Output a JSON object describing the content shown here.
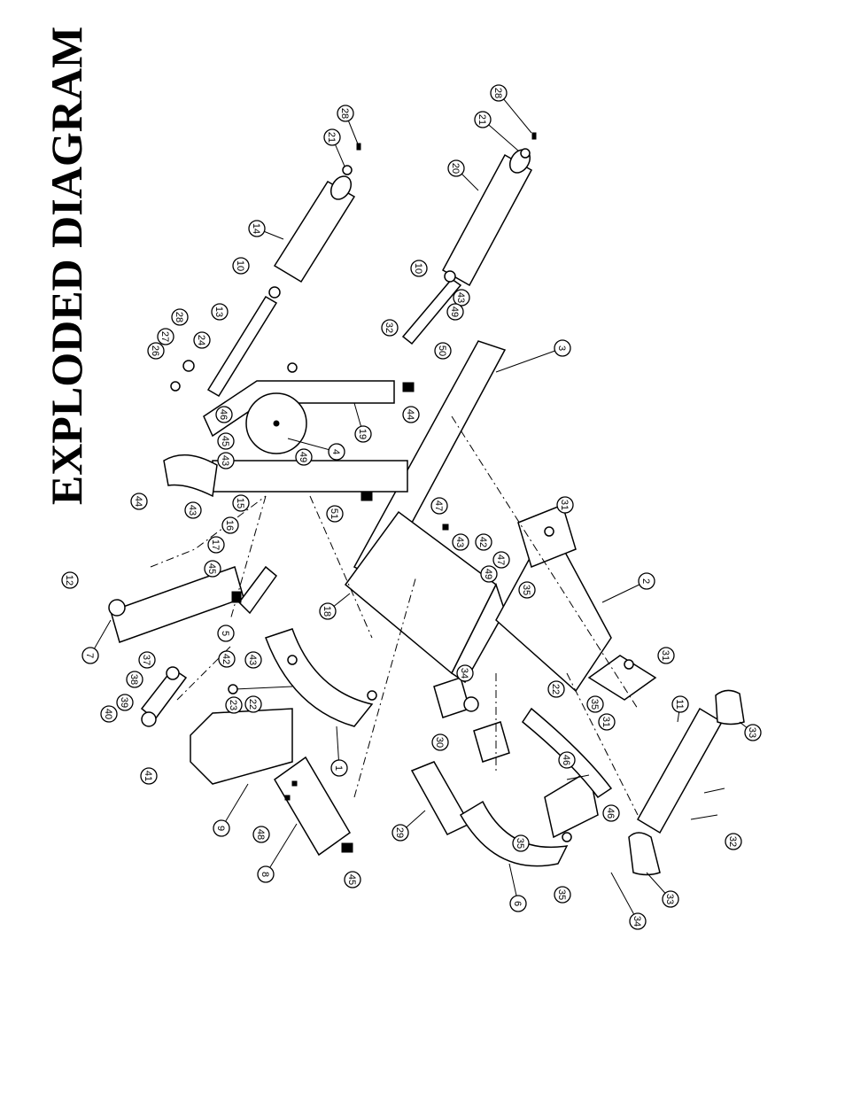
{
  "title": "EXPLODED DIAGRAM",
  "callouts": [
    "28",
    "21",
    "14",
    "10",
    "13",
    "27",
    "28",
    "24",
    "26",
    "44",
    "46",
    "45",
    "43",
    "49",
    "4",
    "19",
    "44",
    "32",
    "10",
    "20",
    "21",
    "28",
    "43",
    "50",
    "49",
    "3",
    "12",
    "7",
    "43",
    "15",
    "16",
    "17",
    "45",
    "5",
    "1",
    "18",
    "51",
    "47",
    "43",
    "42",
    "49",
    "47",
    "35",
    "31",
    "2",
    "37",
    "38",
    "39",
    "40",
    "41",
    "42",
    "23",
    "43",
    "22",
    "9",
    "48",
    "8",
    "45",
    "11",
    "33",
    "32",
    "29",
    "30",
    "34",
    "22",
    "31",
    "35",
    "46",
    "46",
    "35",
    "6",
    "34",
    "33",
    "35",
    "31"
  ]
}
